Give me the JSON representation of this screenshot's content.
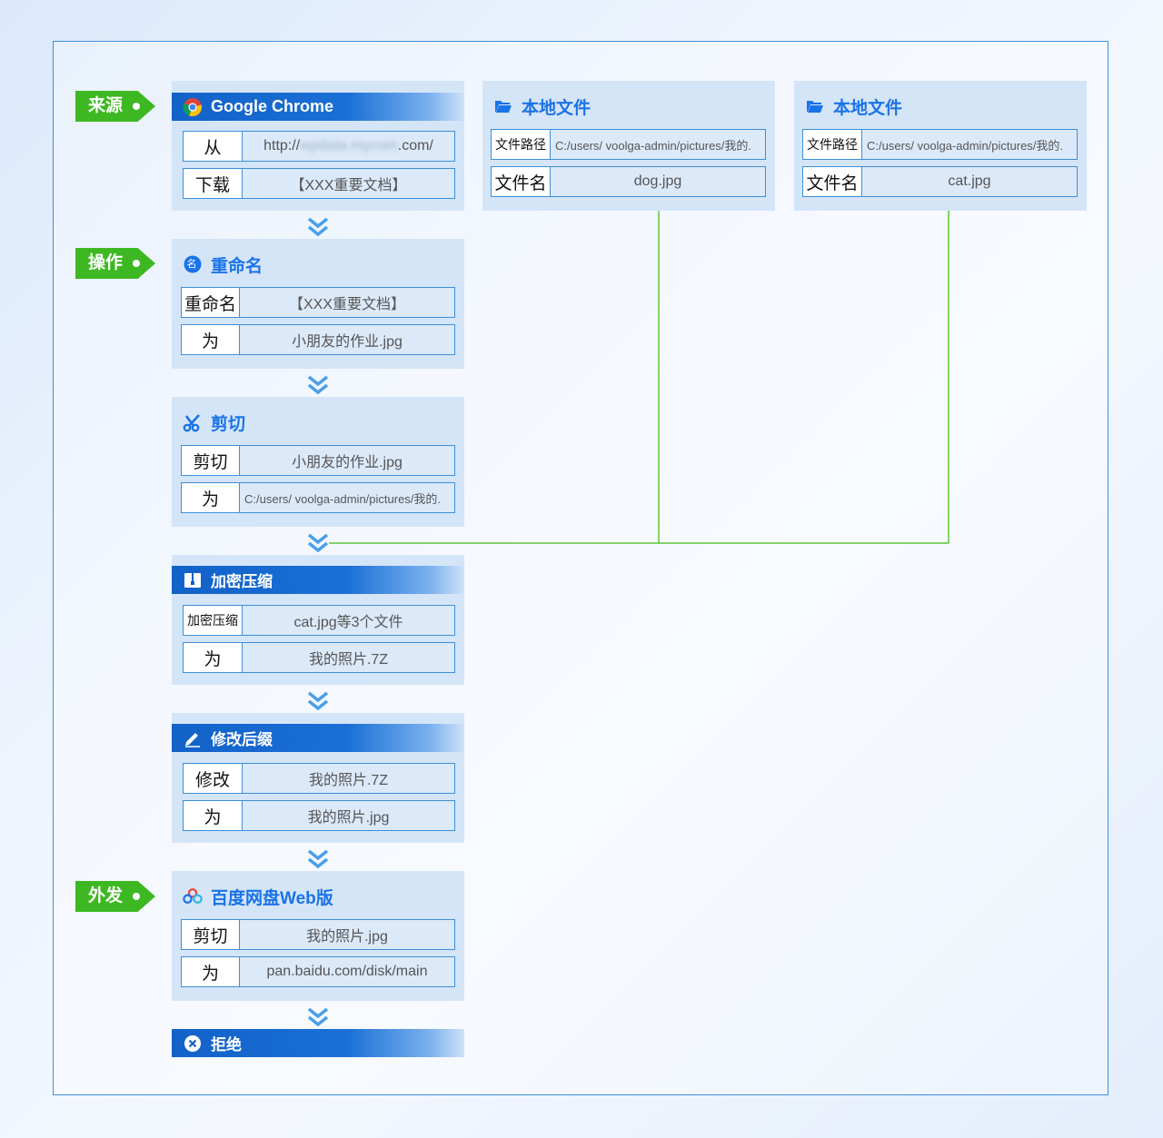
{
  "stages": {
    "source": "来源",
    "operation": "操作",
    "exfil": "外发"
  },
  "chrome": {
    "title": "Google Chrome",
    "from_label": "从",
    "from_prefix": "http://",
    "from_blurred": "wpdata.mycom",
    "from_suffix": ".com/",
    "download_label": "下载",
    "download_value": "【XXX重要文档】"
  },
  "local1": {
    "title": "本地文件",
    "path_label": "文件路径",
    "path_value": "C:/users/ voolga-admin/pictures/我的.",
    "name_label": "文件名",
    "name_value": "dog.jpg"
  },
  "local2": {
    "title": "本地文件",
    "path_label": "文件路径",
    "path_value": "C:/users/ voolga-admin/pictures/我的.",
    "name_label": "文件名",
    "name_value": "cat.jpg"
  },
  "rename": {
    "title": "重命名",
    "icon_char": "名",
    "r1_label": "重命名",
    "r1_value": "【XXX重要文档】",
    "r2_label": "为",
    "r2_value": "小朋友的作业.jpg"
  },
  "cut": {
    "title": "剪切",
    "r1_label": "剪切",
    "r1_value": "小朋友的作业.jpg",
    "r2_label": "为",
    "r2_value": "C:/users/ voolga-admin/pictures/我的."
  },
  "encrypt": {
    "title": "加密压缩",
    "r1_label": "加密压缩",
    "r1_value": "cat.jpg等3个文件",
    "r2_label": "为",
    "r2_value": "我的照片.7Z"
  },
  "suffix": {
    "title": "修改后缀",
    "r1_label": "修改",
    "r1_value": "我的照片.7Z",
    "r2_label": "为",
    "r2_value": "我的照片.jpg"
  },
  "baidu": {
    "title": "百度网盘Web版",
    "r1_label": "剪切",
    "r1_value": "我的照片.jpg",
    "r2_label": "为",
    "r2_value": "pan.baidu.com/disk/main"
  },
  "reject": {
    "title": "拒绝"
  },
  "colors": {
    "accent": "#1a73e8",
    "stage_green": "#3db822",
    "card_bg": "#d5e5f8",
    "connector_green": "#5dc43a"
  }
}
